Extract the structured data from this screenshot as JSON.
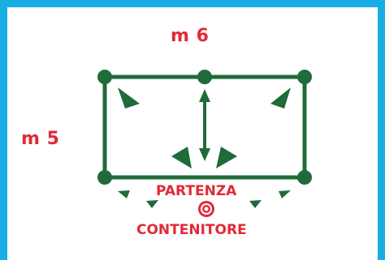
{
  "diagram": {
    "width_label": "m 6",
    "height_label": "m 5",
    "start_label": "PARTENZA",
    "container_label": "CONTENITORE"
  },
  "colors": {
    "frame": "#18aee3",
    "course": "#1f6b3a",
    "text": "#e12a36"
  },
  "icons": {
    "start": "target-icon"
  }
}
